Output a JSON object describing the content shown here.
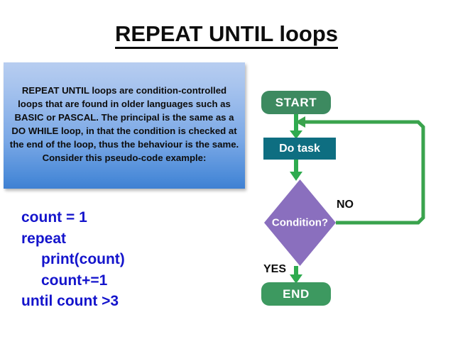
{
  "slide": {
    "title": "REPEAT UNTIL loops",
    "description": "REPEAT UNTIL loops are condition-controlled loops that are found in older languages such as BASIC or PASCAL. The principal is the same as a DO WHILE loop, in that the condition is checked at the end of the loop, thus the behaviour is the same. Consider this pseudo-code example:",
    "pseudocode": [
      "count = 1",
      "repeat",
      "print(count)",
      "count+=1",
      "until count >3"
    ]
  },
  "flowchart": {
    "nodes": [
      {
        "id": "start",
        "label": "START",
        "shape": "terminator",
        "color": "#3d8a60"
      },
      {
        "id": "task",
        "label": "Do task",
        "shape": "process",
        "color": "#0e6e81"
      },
      {
        "id": "decision",
        "label": "Condition?",
        "shape": "decision",
        "color": "#8a6fbe"
      },
      {
        "id": "end",
        "label": "END",
        "shape": "terminator",
        "color": "#3d9960"
      }
    ],
    "edges": [
      {
        "from": "start",
        "to": "task",
        "label": ""
      },
      {
        "from": "task",
        "to": "decision",
        "label": ""
      },
      {
        "from": "decision",
        "to": "task",
        "label": "NO"
      },
      {
        "from": "decision",
        "to": "end",
        "label": "YES"
      }
    ],
    "edge_labels": {
      "no": "NO",
      "yes": "YES"
    },
    "arrow_color": "#2eab4f",
    "loop_color": "#3aa34d"
  },
  "colors": {
    "title_text": "#0d0d0d",
    "code_text": "#1414cc",
    "box_gradient_top": "#b7cdf0",
    "box_gradient_bottom": "#3f80d2"
  }
}
